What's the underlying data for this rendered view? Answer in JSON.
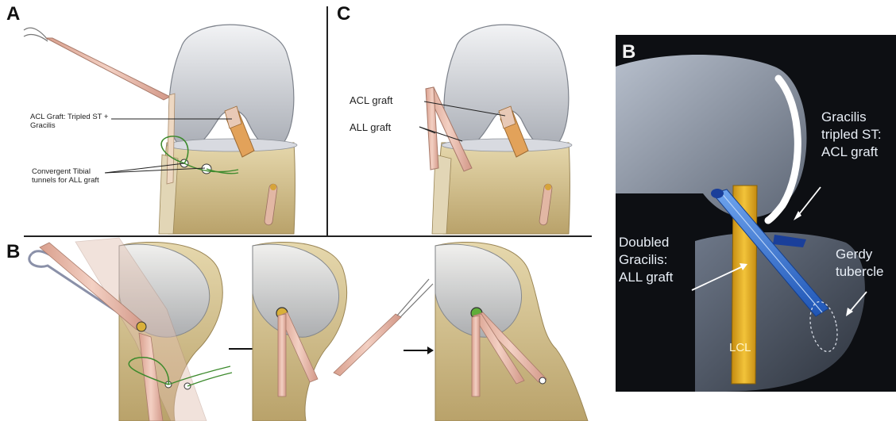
{
  "panels": {
    "a": {
      "letter": "A",
      "acl_label": "ACL Graft: Tripled ST + Gracilis",
      "tunnel_label": "Convergent Tibial tunnels  for ALL graft"
    },
    "b_left": {
      "letter": "B"
    },
    "c": {
      "letter": "C",
      "acl_label": "ACL graft",
      "all_label": "ALL graft"
    },
    "b_right": {
      "letter": "B",
      "acl_label": "Gracilis tripled ST: ACL graft",
      "all_label": "Doubled Gracilis: ALL graft",
      "gerdy_label": "Gerdy tubercle",
      "lcl_label": "LCL"
    }
  },
  "colors": {
    "bone": "#cdbb86",
    "cartilage": "#c9ccd2",
    "graft": "#e8b9a8",
    "suture": "#3c8a2c",
    "photo_bg": "#0d0f13",
    "photo_graft": "#2e6fd2",
    "photo_lcl": "#e8b51a"
  }
}
